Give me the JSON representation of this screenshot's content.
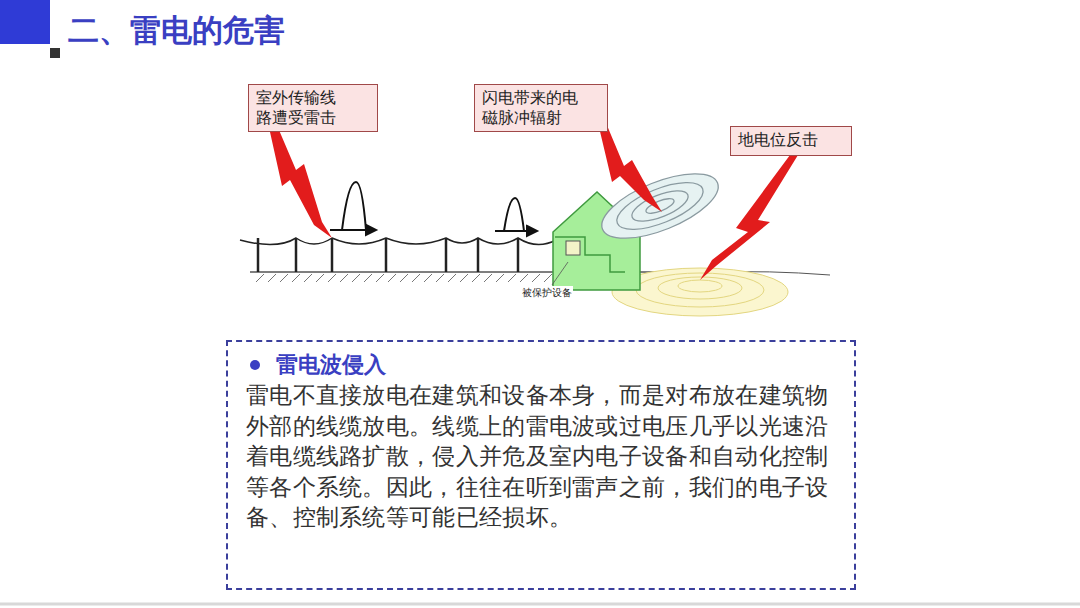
{
  "diagram": {
    "title": "二、雷电的危害",
    "nodes": [
      {
        "text": [
          "室外传输线路遭受雷击"
        ]
      },
      {
        "text": [
          "闪电带来的电磁脉冲辐射"
        ]
      },
      {
        "text": [
          "地电位反击"
        ]
      },
      {
        "text": [
          "雷电波侵入",
          "雷电不直接放电在建筑和设备本身，而是对布放在建筑物外部的线缆放电。线缆上的雷电波或过电压几乎以光速沿着电缆线路扩散，侵入并危及室内电子设备和自动化控制等各个系统。因此，往往在听到雷声之前，我们的电子设备、控制系统等可能已经损坏。"
        ]
      }
    ],
    "labels": [
      "被保护设备"
    ]
  }
}
